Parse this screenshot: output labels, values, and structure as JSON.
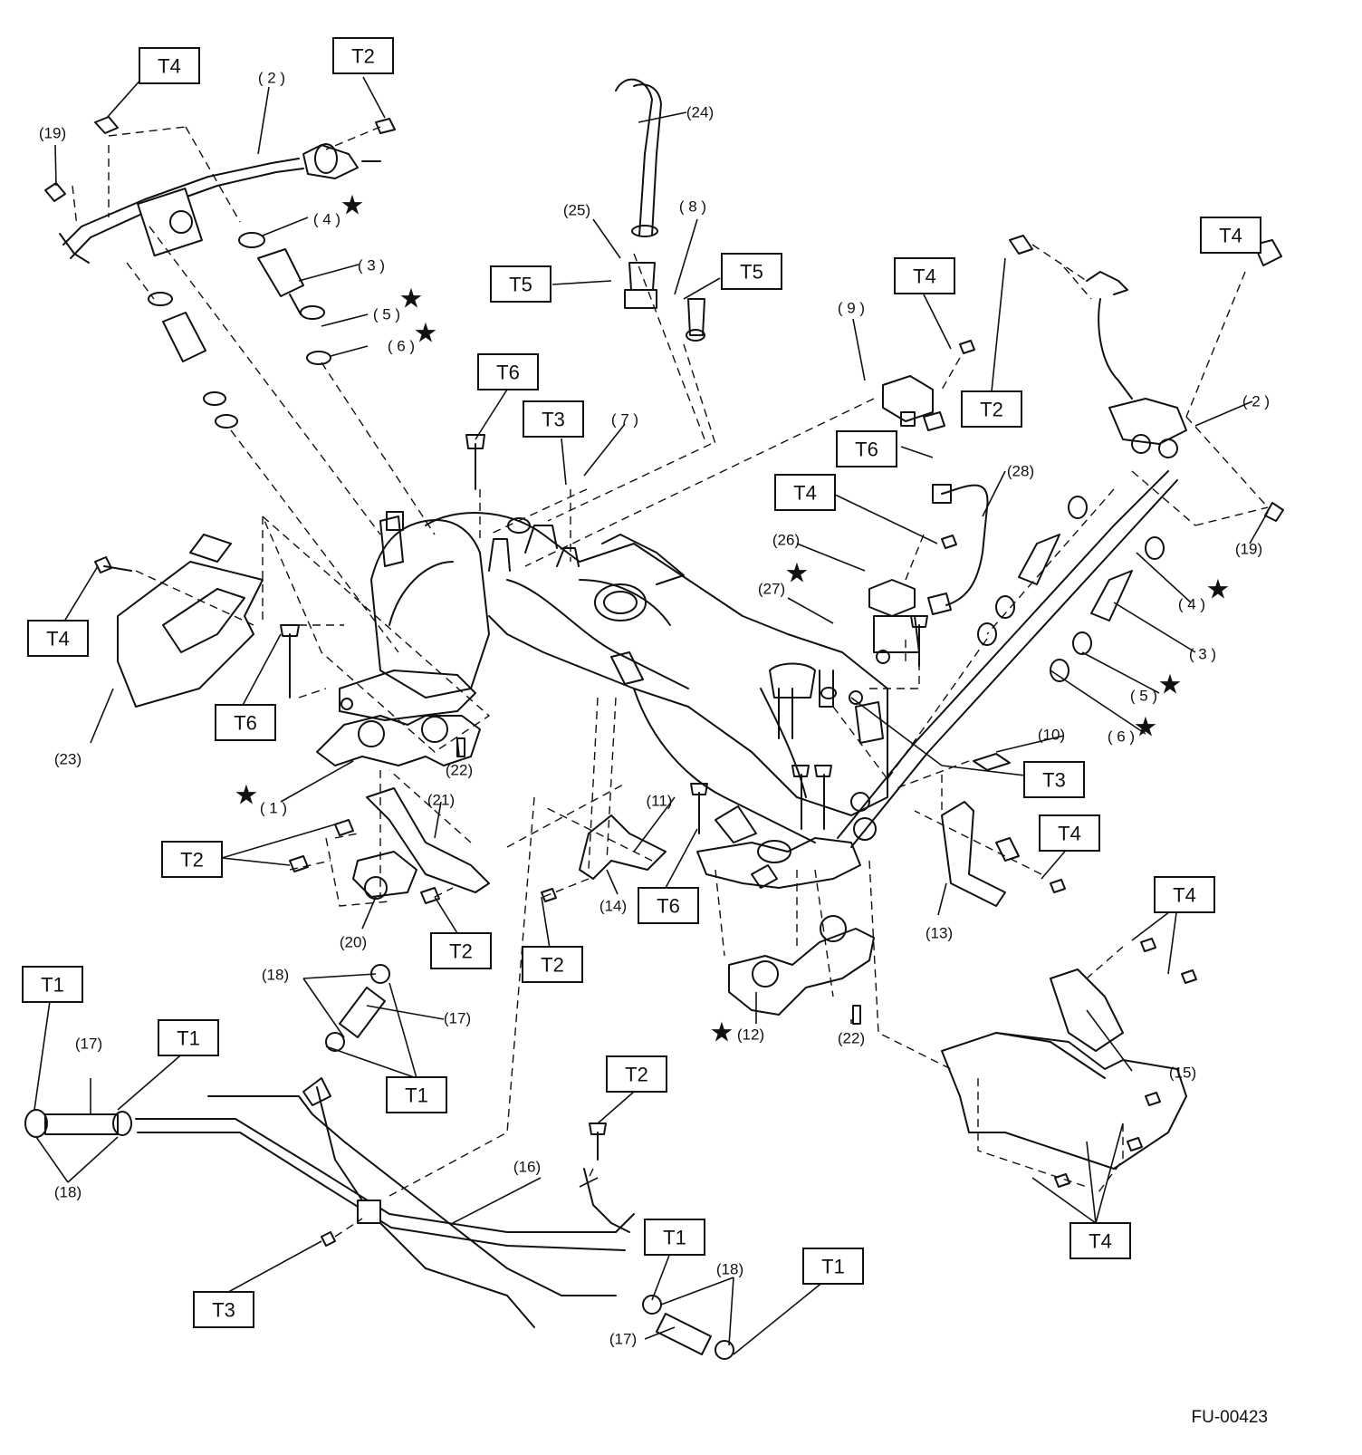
{
  "figure_code": "FU-00423",
  "callouts": {
    "c1": "( 1 )",
    "c2": "( 2 )",
    "c3": "( 3 )",
    "c4": "( 4 )",
    "c5": "( 5 )",
    "c6": "( 6 )",
    "c7": "( 7 )",
    "c8": "( 8 )",
    "c9": "( 9 )",
    "c10": "(10)",
    "c11": "(11)",
    "c12": "(12)",
    "c13": "(13)",
    "c14": "(14)",
    "c15": "(15)",
    "c16": "(16)",
    "c17": "(17)",
    "c18": "(18)",
    "c19": "(19)",
    "c20": "(20)",
    "c21": "(21)",
    "c22": "(22)",
    "c23": "(23)",
    "c24": "(24)",
    "c25": "(25)",
    "c26": "(26)",
    "c27": "(27)",
    "c28": "(28)"
  },
  "torque_labels": {
    "t1": "T1",
    "t2": "T2",
    "t3": "T3",
    "t4": "T4",
    "t5": "T5",
    "t6": "T6"
  },
  "star_symbol": "★"
}
